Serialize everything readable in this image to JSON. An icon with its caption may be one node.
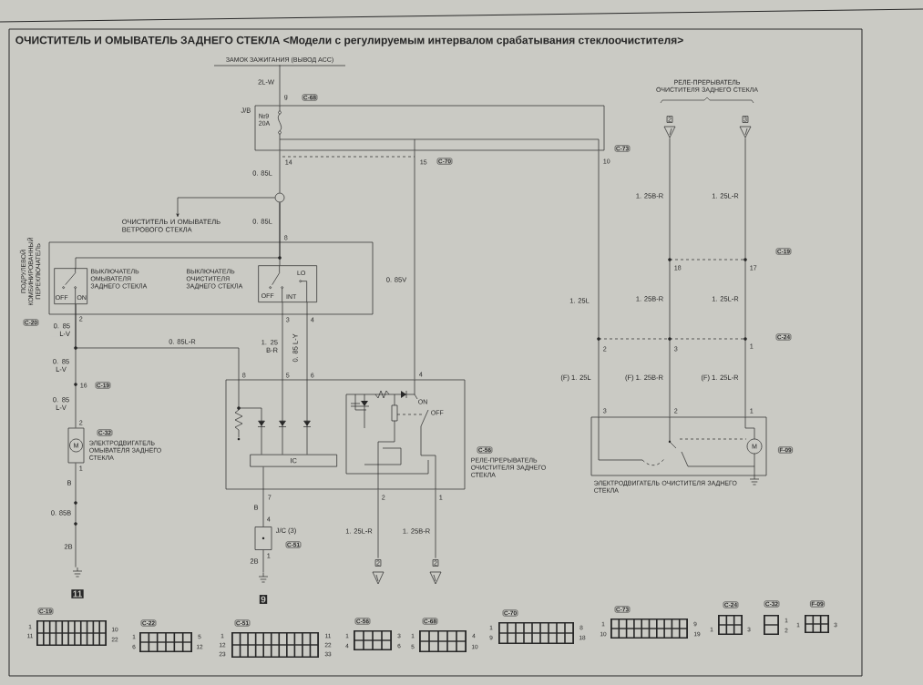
{
  "diagram": {
    "title": "ОЧИСТИТЕЛЬ И ОМЫВАТЕЛЬ ЗАДНЕГО СТЕКЛА <Модели с регулируемым интервалом срабатывания стеклоочистителя>",
    "nodes": [
      {
        "text": [
          "ЗАМОК ЗАЖИГАНИЯ (ВЫВОД ACC)"
        ]
      },
      {
        "text": [
          "J/B",
          "№9 20A"
        ]
      },
      {
        "text": [],
        "shape": "circle"
      },
      {
        "text": [
          "ОЧИСТИТЕЛЬ И ОМЫВАТЕЛЬ ВЕТРОВОГО СТЕКЛА"
        ]
      },
      {
        "text": [
          "ПОДРУЛЕВОЙ КОМБИНИРОВАННЫЙ ПЕРЕКЛЮЧАТЕЛЬ"
        ],
        "beside": [
          "C-20"
        ]
      },
      {
        "text": [
          "ВЫКЛЮЧАТЕЛЬ ОМЫВАТЕЛЯ ЗАДНЕГО СТЕКЛА",
          "OFF",
          "ON"
        ],
        "in": 4
      },
      {
        "text": [
          "ВЫКЛЮЧАТЕЛЬ ОЧИСТИТЕЛЯ ЗАДНЕГО СТЕКЛА",
          "OFF",
          "INT",
          "LO"
        ],
        "in": 4
      },
      {
        "text": [
          "M",
          "C-32",
          "ЭЛЕКТРОДВИГАТЕЛЬ ОМЫВАТЕЛЯ ЗАДНЕГО СТЕКЛА"
        ]
      },
      {
        "text": [
          "11"
        ]
      },
      {
        "text": [
          "РЕЛЕ-ПРЕРЫВАТЕЛЬ ОЧИСТИТЕЛЯ ЗАДНЕГО СТЕКЛА"
        ],
        "beside": [
          "C-56"
        ]
      },
      {
        "text": [
          "IC"
        ],
        "in": 9
      },
      {
        "text": [
          "J/C (3)",
          "C-51"
        ]
      },
      {
        "text": [
          "9"
        ]
      },
      {
        "text": [
          "2"
        ]
      },
      {
        "text": [
          "2"
        ]
      },
      {
        "text": [
          "2"
        ]
      },
      {
        "text": [
          "3"
        ]
      },
      {
        "text": [
          "M",
          "ЭЛЕКТРОДВИГАТЕЛЬ ОЧИСТИТЕЛЯ ЗАДНЕГО СТЕКЛА"
        ],
        "beside": [
          "F-09"
        ]
      }
    ],
    "edges": [
      {
        "from": 0,
        "to": 1,
        "arrow": "none",
        "label": "2L-W"
      },
      {
        "from": 1,
        "to": 2,
        "arrow": "none",
        "label": "0. 85L"
      },
      {
        "from": 2,
        "to": 3,
        "arrow": "to"
      },
      {
        "from": 2,
        "to": 6,
        "arrow": "none",
        "label": "0. 85L"
      },
      {
        "from": 1,
        "to": 9,
        "arrow": "none",
        "label": "0. 85V"
      },
      {
        "from": 1,
        "to": 17,
        "arrow": "none",
        "label": "1. 25L"
      },
      {
        "from": 5,
        "to": 7,
        "arrow": "none",
        "label": "0. 85 L-V"
      },
      {
        "from": 5,
        "to": 10,
        "arrow": "to",
        "label": "0. 85L-R"
      },
      {
        "from": 6,
        "to": 10,
        "arrow": "to",
        "label": "1. 25 B-R"
      },
      {
        "from": 6,
        "to": 10,
        "arrow": "to",
        "label": "0. 85 L-Y"
      },
      {
        "from": 7,
        "to": 8,
        "arrow": "none",
        "label": "B"
      },
      {
        "from": 10,
        "to": 11,
        "arrow": "none",
        "label": "B"
      },
      {
        "from": 11,
        "to": 12,
        "arrow": "none",
        "label": "2B"
      },
      {
        "from": 9,
        "to": 13,
        "arrow": "none",
        "label": "1. 25L-R"
      },
      {
        "from": 9,
        "to": 14,
        "arrow": "none",
        "label": "1. 25B-R"
      },
      {
        "from": 15,
        "to": 17,
        "arrow": "none",
        "label": "1. 25B-R"
      },
      {
        "from": 16,
        "to": 17,
        "arrow": "none",
        "label": "1. 25L-R"
      },
      {
        "from": 2,
        "to": 5,
        "arrow": "none"
      }
    ],
    "labels": [
      "g",
      "C-68",
      "14",
      "15",
      "C-70",
      "10",
      "C-73",
      "8",
      "2",
      "0. 85 L-V",
      "16",
      "C-19",
      "0. 85 L-V",
      "2",
      "1",
      "3",
      "4",
      "8",
      "5",
      "6",
      "4",
      "ON",
      "OFF",
      "7",
      "2",
      "1",
      "0. 85B",
      "2B",
      "4",
      "1",
      "РЕЛЕ-ПРЕРЫВАТЕЛЬ ОЧИСТИТЕЛЯ ЗАДНЕГО СТЕКЛА",
      "C-19",
      "18",
      "17",
      "1. 25B-R",
      "1. 25L-R",
      "2",
      "3",
      "1",
      "C-24",
      "(F) 1. 25L",
      "(F) 1. 25B-R",
      "(F) 1. 25L-R",
      "3",
      "2",
      "1",
      "C-19",
      "1",
      "11",
      "10",
      "22",
      "C-22",
      "1",
      "6",
      "5",
      "12",
      "C-51",
      "1",
      "12",
      "23",
      "11",
      "22",
      "33",
      "C-56",
      "1",
      "4",
      "3",
      "6",
      "C-68",
      "1",
      "5",
      "4",
      "10",
      "C-70",
      "1",
      "9",
      "8",
      "18",
      "C-73",
      "1",
      "10",
      "9",
      "19",
      "C-24",
      "1",
      "3",
      "C-32",
      "1",
      "2",
      "F-09",
      "1",
      "3"
    ]
  }
}
